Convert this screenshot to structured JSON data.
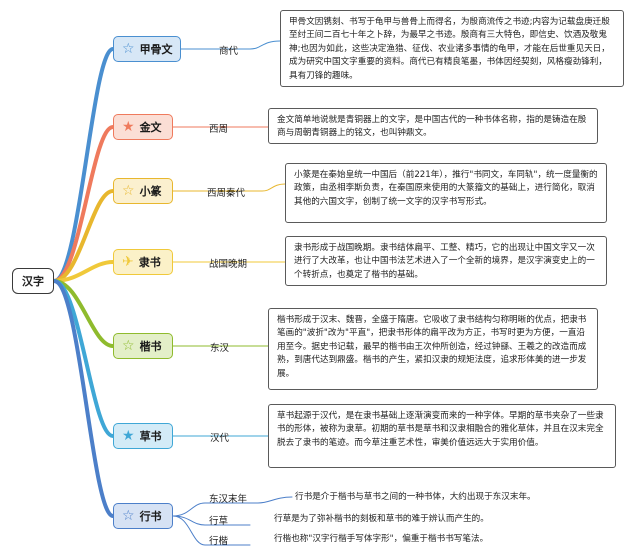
{
  "root": {
    "label": "汉字"
  },
  "branches": [
    {
      "id": "jiaguwen",
      "label": "甲骨文",
      "icon": "star-outline-icon",
      "icon_glyph": "☆",
      "color": "#4a8fd0",
      "box_bg": "#d7e7f6",
      "era": "商代",
      "desc": "甲骨文因镌刻、书写于龟甲与兽骨上而得名，为殷商流传之书迹;内容为记载盘庚迁殷至纣王间二百七十年之卜辞，为最早之书迹。殷商有三大特色，即信史、饮酒及敬鬼神;也因为如此，这些决定渔猎、征伐、农业诸多事情的龟甲，才能在后世重见天日，成为研究中国文字重要的资料。商代已有精良笔墨，书体因经契刻，风格瘦劲锋利，具有刀锋的趣味。"
    },
    {
      "id": "jinwen",
      "label": "金文",
      "icon": "star-filled-icon",
      "icon_glyph": "★",
      "color": "#ef7a5d",
      "box_bg": "#fbded5",
      "era": "西周",
      "desc": "金文简单地说就是青铜器上的文字，是中国古代的一种书体名称，指的是铸造在殷商与周朝青铜器上的铭文，也叫钟鼎文。"
    },
    {
      "id": "xiaozhuan",
      "label": "小篆",
      "icon": "star-outline-icon",
      "icon_glyph": "☆",
      "color": "#e8b72e",
      "box_bg": "#fbf0cf",
      "era": "西周秦代",
      "desc": "小篆是在秦始皇统一中国后（前221年），推行\"书同文，车同轨\"，统一度量衡的政策，由丞相李斯负责，在秦国原来使用的大篆籀文的基础上，进行简化，取消其他的六国文字，创制了统一文字的汉字书写形式。"
    },
    {
      "id": "lishu",
      "label": "隶书",
      "icon": "paper-plane-icon",
      "icon_glyph": "✈",
      "color": "#f0c93a",
      "box_bg": "#fbf1c8",
      "era": "战国晚期",
      "desc": "隶书形成于战国晚期。隶书结体扁平、工整、精巧，它的出现让中国文字又一次进行了大改革，也让中国书法艺术进入了一个全新的境界，是汉字演变史上的一个转折点，也奠定了楷书的基础。"
    },
    {
      "id": "kaishu",
      "label": "楷书",
      "icon": "star-outline-icon",
      "icon_glyph": "☆",
      "color": "#8fbb2d",
      "box_bg": "#e3efc8",
      "era": "东汉",
      "desc": "楷书形成于汉末、魏晋，全盛于隋唐。它吸收了隶书结构匀称明晰的优点，把隶书笔画的\"波折\"改为\"平直\"，把隶书形体的扁平改为方正，书写时更为方便，一直沿用至今。据史书记载，最早的楷书由王次仲所创造，经过钟繇、王羲之的改造而成熟，到唐代达到鼎盛。楷书的产生，紧扣汉隶的规矩法度，追求形体美的进一步发展。"
    },
    {
      "id": "caoshu",
      "label": "草书",
      "icon": "star-filled-icon",
      "icon_glyph": "★",
      "color": "#3fa7d6",
      "box_bg": "#d3ebf7",
      "era": "汉代",
      "desc": "草书起源于汉代，是在隶书基础上逐渐演变而来的一种字体。早期的草书夹杂了一些隶书的形体，被称为隶草。初期的草书是草书和汉隶相融合的雅化草体，并且在汉末完全脱去了隶书的笔迹。而今草注重艺术性，审美价值远远大于实用价值。"
    },
    {
      "id": "xingshu",
      "label": "行书",
      "icon": "star-outline-icon",
      "icon_glyph": "☆",
      "color": "#4c7fc9",
      "box_bg": "#d6e2f4",
      "subs": [
        {
          "era": "东汉末年",
          "desc": "行书是介于楷书与草书之间的一种书体，大约出现于东汉末年。"
        },
        {
          "era": "行草",
          "desc": "行草是为了弥补楷书的刻板和草书的难于辨认而产生的。"
        },
        {
          "era": "行楷",
          "desc": "行楷也称\"汉字行楷手写体字形\"，偏重于楷书书写笔法。"
        }
      ]
    }
  ]
}
